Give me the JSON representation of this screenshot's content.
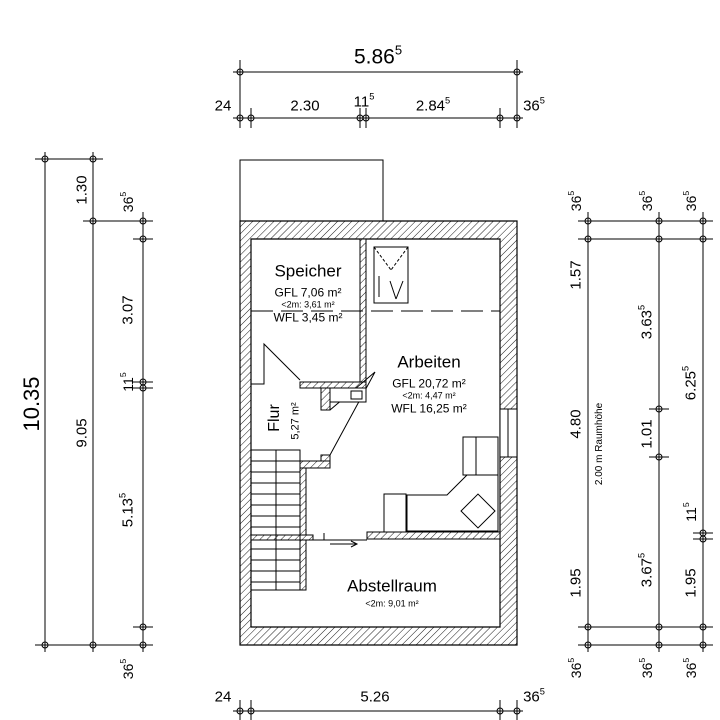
{
  "dimensions": {
    "top_total": {
      "main": "5.86",
      "sup": "5"
    },
    "top_segments": [
      {
        "main": "24",
        "sup": ""
      },
      {
        "main": "2.30",
        "sup": ""
      },
      {
        "main": "11",
        "sup": "5"
      },
      {
        "main": "2.84",
        "sup": "5"
      },
      {
        "main": "36",
        "sup": "5"
      }
    ],
    "bottom_segments": [
      {
        "main": "24",
        "sup": ""
      },
      {
        "main": "5.26",
        "sup": ""
      },
      {
        "main": "36",
        "sup": "5"
      }
    ],
    "left_total": {
      "main": "10.35",
      "sup": ""
    },
    "left_mid": [
      {
        "main": "1.30",
        "sup": ""
      },
      {
        "main": "9.05",
        "sup": ""
      }
    ],
    "left_inner": [
      {
        "main": "36",
        "sup": "5"
      },
      {
        "main": "3.07",
        "sup": ""
      },
      {
        "main": "11",
        "sup": "5"
      },
      {
        "main": "5.13",
        "sup": "5"
      },
      {
        "main": "36",
        "sup": "5"
      }
    ],
    "right_a": [
      {
        "main": "36",
        "sup": "5"
      },
      {
        "main": "1.57",
        "sup": ""
      },
      {
        "main": "4.80",
        "sup": ""
      },
      {
        "main": "1.95",
        "sup": ""
      },
      {
        "main": "36",
        "sup": "5"
      }
    ],
    "right_b": [
      {
        "main": "36",
        "sup": "5"
      },
      {
        "main": "3.63",
        "sup": "5"
      },
      {
        "main": "1.01",
        "sup": ""
      },
      {
        "main": "3.67",
        "sup": "5"
      },
      {
        "main": "36",
        "sup": "5"
      }
    ],
    "right_c": [
      {
        "main": "36",
        "sup": "5"
      },
      {
        "main": "6.25",
        "sup": "5"
      },
      {
        "main": "11",
        "sup": "5"
      },
      {
        "main": "1.95",
        "sup": ""
      },
      {
        "main": "36",
        "sup": "5"
      }
    ],
    "height_note": "2.00 m Raumhöhe"
  },
  "rooms": {
    "speicher": {
      "name": "Speicher",
      "gfl": "GFL 7,06 m²",
      "lt2m": "<2m: 3,61 m²",
      "wfl": "WFL 3,45 m²"
    },
    "arbeiten": {
      "name": "Arbeiten",
      "gfl": "GFL 20,72 m²",
      "lt2m": "<2m: 4,47 m²",
      "wfl": "WFL 16,25 m²"
    },
    "flur": {
      "name": "Flur",
      "area": "5,27 m²"
    },
    "abstellraum": {
      "name": "Abstellraum",
      "lt2m": "<2m: 9,01 m²"
    }
  },
  "colors": {
    "line": "#000000",
    "background": "#ffffff"
  }
}
